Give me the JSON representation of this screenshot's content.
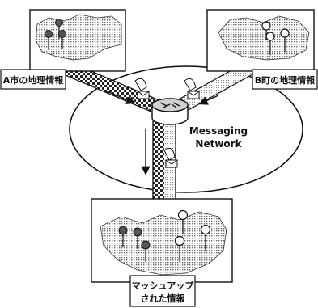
{
  "labels": {
    "city_a": "A市の地理情報",
    "town_b": "B町の地理情報",
    "network_line1": "Messaging",
    "network_line2": "Network",
    "mashup_line1": "マッシュアップ",
    "mashup_line2": "された情報"
  },
  "colors": {
    "ink": "#111111",
    "map_fill": "#b8b8b8",
    "panel_bg": "#ffffff",
    "pin_dark": "#555555",
    "pin_light": "#ffffff"
  }
}
